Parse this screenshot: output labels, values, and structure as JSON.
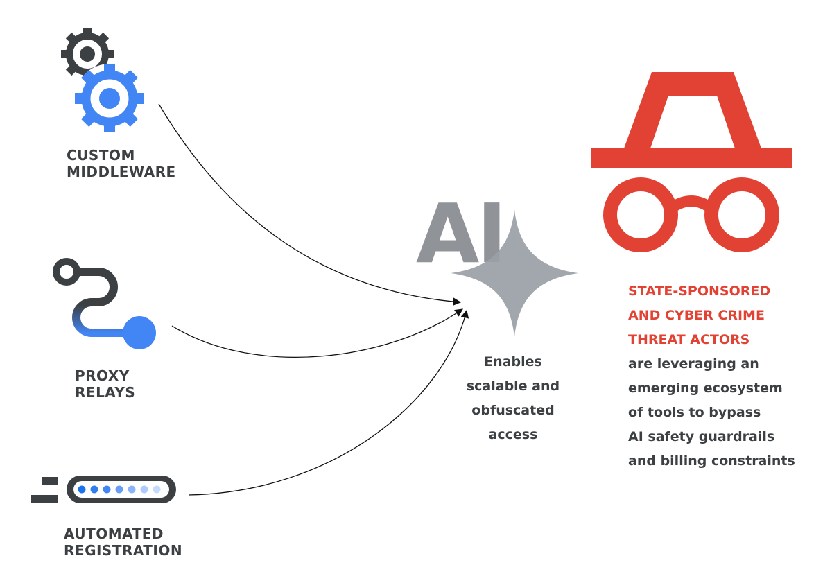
{
  "sources": [
    {
      "id": "middleware",
      "lines": [
        "CUSTOM",
        "MIDDLEWARE"
      ],
      "icon": "gears-icon"
    },
    {
      "id": "proxy",
      "lines": [
        "PROXY",
        "RELAYS"
      ],
      "icon": "route-icon"
    },
    {
      "id": "registration",
      "lines": [
        "AUTOMATED",
        "REGISTRATION"
      ],
      "icon": "progress-pill-icon"
    }
  ],
  "center": {
    "ai_label": "AI",
    "icon": "sparkle-icon",
    "lines": [
      "Enables",
      "scalable and",
      "obfuscated",
      "access"
    ]
  },
  "actor": {
    "icon": "incognito-icon",
    "highlight_lines": [
      "STATE-SPONSORED",
      "AND CYBER CRIME",
      "THREAT ACTORS"
    ],
    "body_lines": [
      "are leveraging an",
      "emerging ecosystem",
      "of tools to bypass",
      "AI safety guardrails",
      "and billing constraints"
    ]
  },
  "colors": {
    "dark": "#3c4043",
    "blue": "#4285f4",
    "red": "#e24233",
    "gray": "#9aa0a6"
  }
}
